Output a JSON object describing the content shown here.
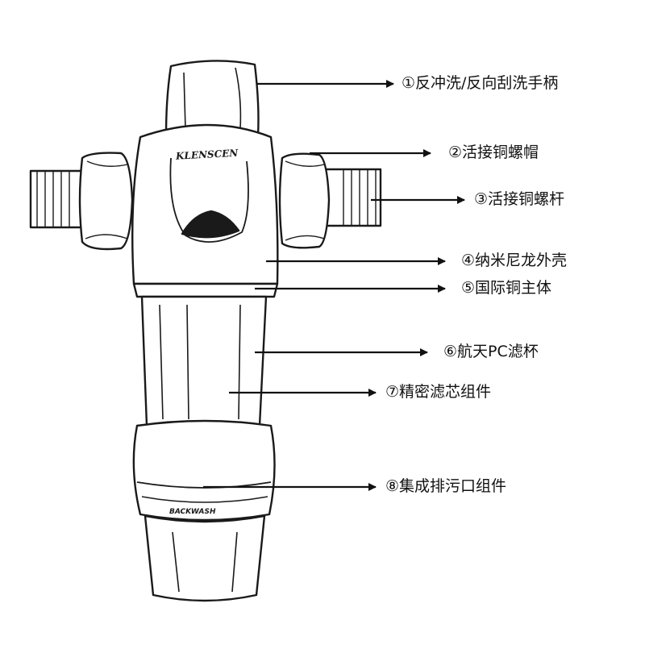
{
  "brand": "KLENSCEN",
  "backwash_label": "BACKWASH",
  "colors": {
    "stroke": "#1a1a1a",
    "fill": "#ffffff",
    "shade": "#d8d8d8"
  },
  "callouts": [
    {
      "id": "handle",
      "label": "①反冲洗/反向刮洗手柄"
    },
    {
      "id": "copper-nut",
      "label": "②活接铜螺帽"
    },
    {
      "id": "copper-bolt",
      "label": "③活接铜螺杆"
    },
    {
      "id": "nylon-shell",
      "label": "④纳米尼龙外壳"
    },
    {
      "id": "copper-body",
      "label": "⑤国际铜主体"
    },
    {
      "id": "pc-cup",
      "label": "⑥航天PC滤杯"
    },
    {
      "id": "filter-element",
      "label": "⑦精密滤芯组件"
    },
    {
      "id": "drain-outlet",
      "label": "⑧集成排污口组件"
    }
  ]
}
